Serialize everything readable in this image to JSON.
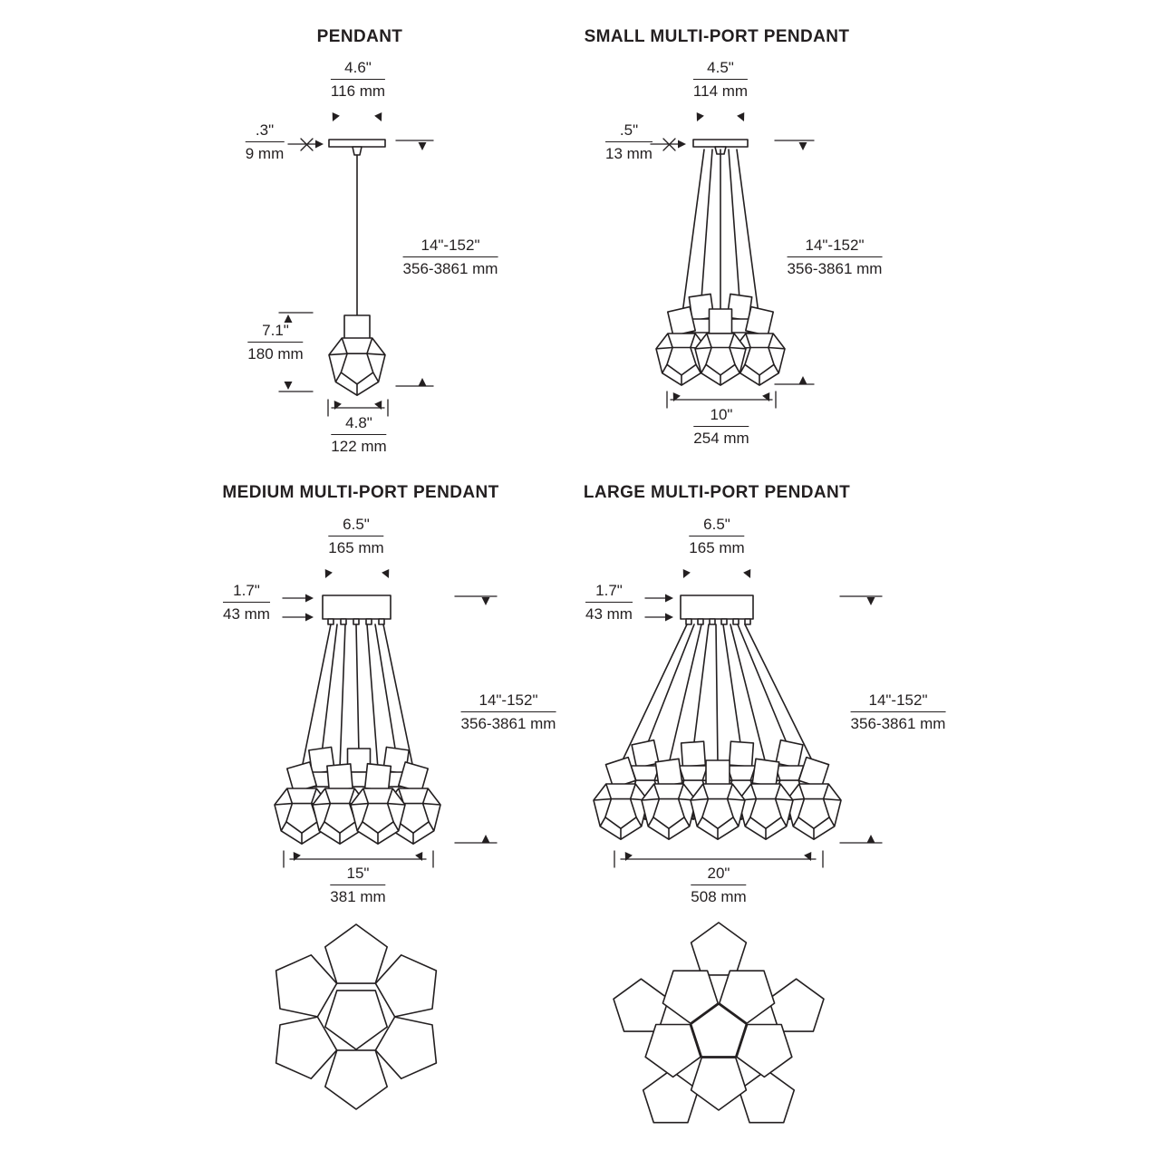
{
  "page": {
    "background": "#ffffff",
    "line_color": "#231f20"
  },
  "diagrams": {
    "pendant": {
      "title": "PENDANT",
      "top_width": {
        "in": "4.6\"",
        "mm": "116 mm"
      },
      "canopy_height": {
        "in": ".3\"",
        "mm": "9 mm"
      },
      "drop": {
        "in": "14\"-152\"",
        "mm": "356-3861 mm"
      },
      "fixture_height": {
        "in": "7.1\"",
        "mm": "180 mm"
      },
      "bottom_width": {
        "in": "4.8\"",
        "mm": "122 mm"
      }
    },
    "small": {
      "title": "SMALL MULTI-PORT PENDANT",
      "top_width": {
        "in": "4.5\"",
        "mm": "114 mm"
      },
      "canopy_height": {
        "in": ".5\"",
        "mm": "13 mm"
      },
      "drop": {
        "in": "14\"-152\"",
        "mm": "356-3861 mm"
      },
      "bottom_width": {
        "in": "10\"",
        "mm": "254 mm"
      }
    },
    "medium": {
      "title": "MEDIUM MULTI-PORT PENDANT",
      "top_width": {
        "in": "6.5\"",
        "mm": "165 mm"
      },
      "canopy_height": {
        "in": "1.7\"",
        "mm": "43 mm"
      },
      "drop": {
        "in": "14\"-152\"",
        "mm": "356-3861 mm"
      },
      "bottom_width": {
        "in": "15\"",
        "mm": "381 mm"
      }
    },
    "large": {
      "title": "LARGE MULTI-PORT PENDANT",
      "top_width": {
        "in": "6.5\"",
        "mm": "165 mm"
      },
      "canopy_height": {
        "in": "1.7\"",
        "mm": "43 mm"
      },
      "drop": {
        "in": "14\"-152\"",
        "mm": "356-3861 mm"
      },
      "bottom_width": {
        "in": "20\"",
        "mm": "508 mm"
      }
    }
  }
}
